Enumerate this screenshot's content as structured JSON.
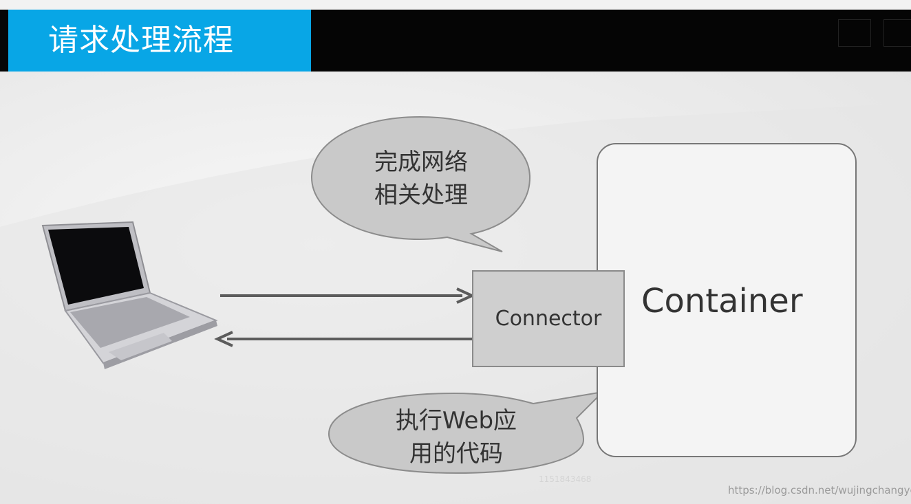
{
  "title": "请求处理流程",
  "bubble_network": {
    "lines": "完成网络\n相关处理"
  },
  "bubble_code": {
    "lines": "执行Web应\n用的代码"
  },
  "connector": {
    "label": "Connector"
  },
  "container": {
    "label": "Container"
  },
  "watermark": "https://blog.csdn.net/wujingchangye",
  "faint_mark": "1151843468",
  "colors": {
    "title_bg": "#08a6e6",
    "title_text": "#ffffff",
    "header_bar": "#050505",
    "connector_fill": "#cfcfcf",
    "bubble_fill": "#c8c8c8"
  },
  "icons": [
    "laptop-icon",
    "request-arrow",
    "response-arrow"
  ]
}
